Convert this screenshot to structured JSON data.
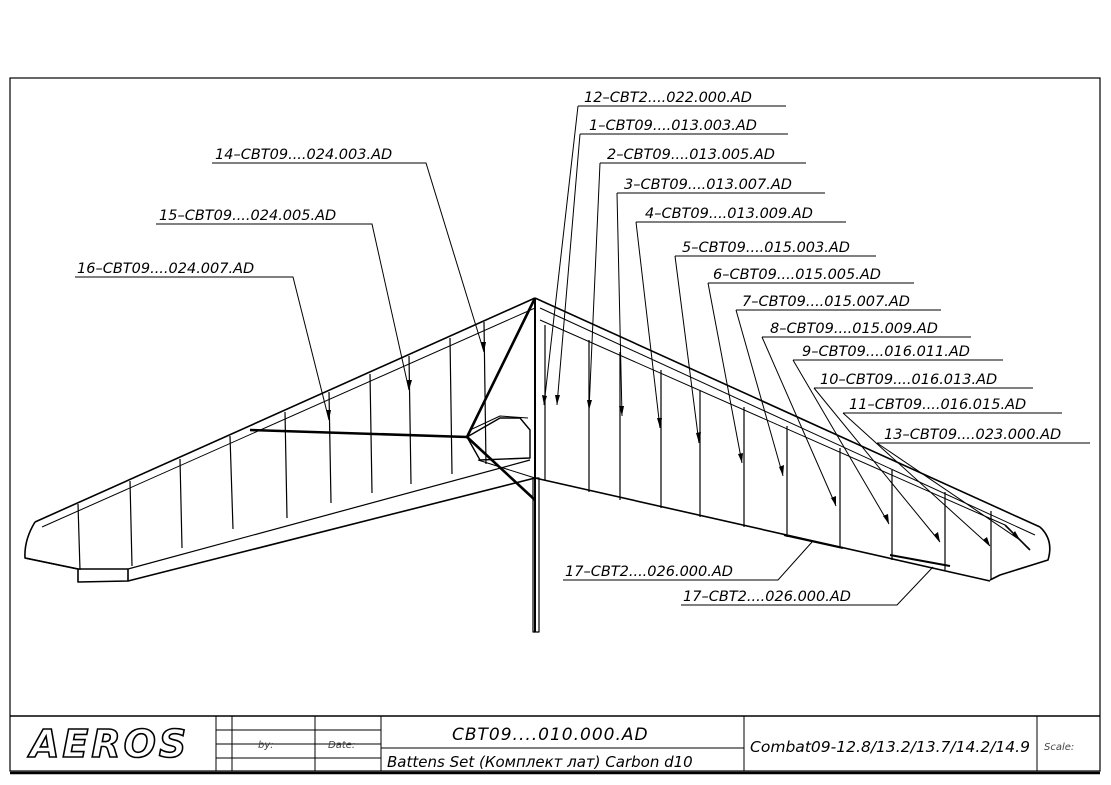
{
  "callouts": {
    "c12": "12–CBT2....022.000.AD",
    "c1": "1–CBT09....013.003.AD",
    "c2": "2–CBT09....013.005.AD",
    "c3": "3–CBT09....013.007.AD",
    "c4": "4–CBT09....013.009.AD",
    "c5": "5–CBT09....015.003.AD",
    "c6": "6–CBT09....015.005.AD",
    "c7": "7–CBT09....015.007.AD",
    "c8": "8–CBT09....015.009.AD",
    "c9": "9–CBT09....016.011.AD",
    "c10": "10–CBT09....016.013.AD",
    "c11": "11–CBT09....016.015.AD",
    "c13": "13–CBT09....023.000.AD",
    "c14": "14–CBT09....024.003.AD",
    "c15": "15–CBT09....024.005.AD",
    "c16": "16–CBT09....024.007.AD",
    "c17a": "17–CBT2....026.000.AD",
    "c17b": "17–CBT2....026.000.AD"
  },
  "title_block": {
    "logo": "AEROS",
    "by_label": "by:",
    "date_label": "Date:",
    "drawing_number": "CBT09....010.000.AD",
    "drawing_name": "Battens Set (Комплект лат) Carbon d10",
    "model": "Combat09-12.8/13.2/13.7/14.2/14.9",
    "scale_label": "Scale:"
  }
}
